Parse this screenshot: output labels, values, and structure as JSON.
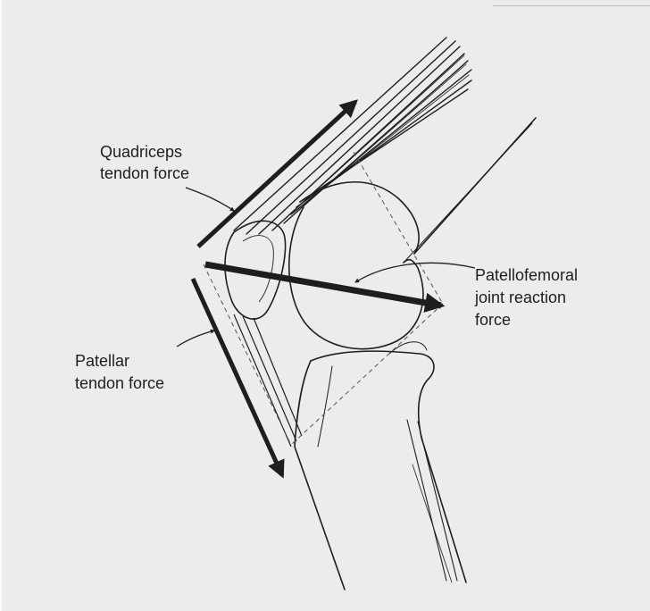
{
  "labels": {
    "quadriceps": [
      "Quadriceps",
      "tendon force"
    ],
    "patellofemoral": [
      "Patellofemoral",
      "joint reaction",
      "force"
    ],
    "patellar": [
      "Patellar",
      "tendon force"
    ]
  },
  "colors": {
    "ink": "#1e1e1e",
    "paper": "#ececec"
  }
}
